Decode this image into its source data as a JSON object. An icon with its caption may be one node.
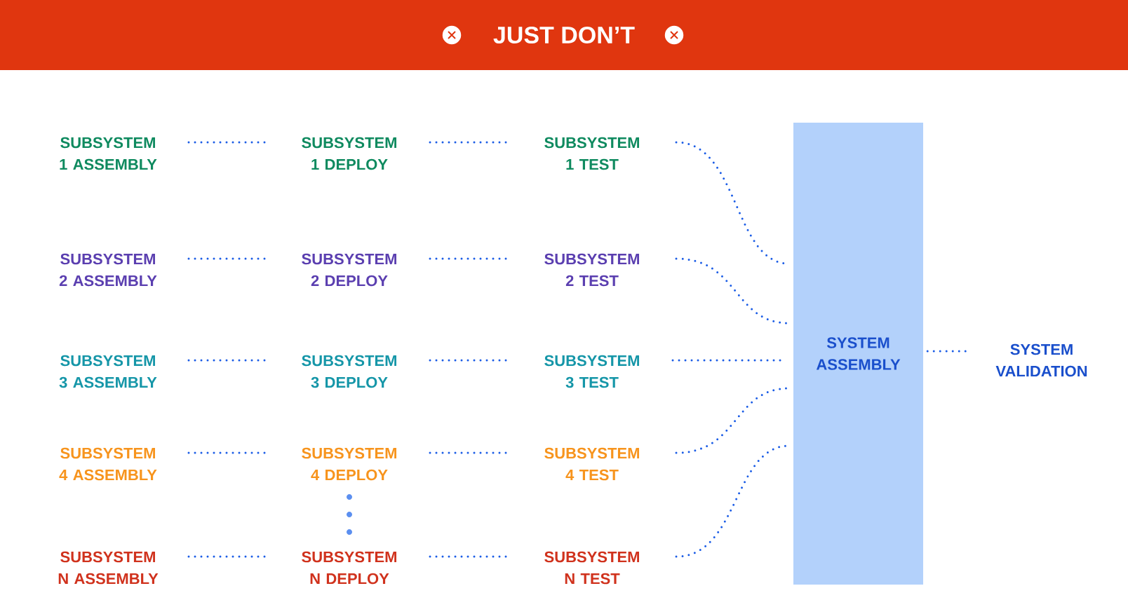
{
  "diagram": {
    "title": "JUST DON’T",
    "nodes": [
      {
        "text": [
          "SUBSYSTEM 1 ASSEMBLY"
        ]
      },
      {
        "text": [
          "SUBSYSTEM 1 DEPLOY"
        ]
      },
      {
        "text": [
          "SUBSYSTEM 1 TEST"
        ]
      },
      {
        "text": [
          "SUBSYSTEM 2 ASSEMBLY"
        ]
      },
      {
        "text": [
          "SUBSYSTEM 2 DEPLOY"
        ]
      },
      {
        "text": [
          "SUBSYSTEM 2 TEST"
        ]
      },
      {
        "text": [
          "SUBSYSTEM 3 ASSEMBLY"
        ]
      },
      {
        "text": [
          "SUBSYSTEM 3 DEPLOY"
        ]
      },
      {
        "text": [
          "SUBSYSTEM 3 TEST"
        ]
      },
      {
        "text": [
          "SUBSYSTEM 4 ASSEMBLY"
        ]
      },
      {
        "text": [
          "SUBSYSTEM 4 DEPLOY"
        ]
      },
      {
        "text": [
          "SUBSYSTEM 4 TEST"
        ]
      },
      {
        "text": [
          "SUBSYSTEM N ASSEMBLY"
        ]
      },
      {
        "text": [
          "SUBSYSTEM N DEPLOY"
        ]
      },
      {
        "text": [
          "SUBSYSTEM N TEST"
        ]
      },
      {
        "text": [
          "SYSTEM ASSEMBLY"
        ]
      },
      {
        "text": [
          "SYSTEM VALIDATION"
        ]
      }
    ],
    "edges": [
      {
        "from": 0,
        "to": 1,
        "arrow": "none"
      },
      {
        "from": 1,
        "to": 2,
        "arrow": "none"
      },
      {
        "from": 2,
        "to": 15,
        "arrow": "none"
      },
      {
        "from": 3,
        "to": 4,
        "arrow": "none"
      },
      {
        "from": 4,
        "to": 5,
        "arrow": "none"
      },
      {
        "from": 5,
        "to": 15,
        "arrow": "none"
      },
      {
        "from": 6,
        "to": 7,
        "arrow": "none"
      },
      {
        "from": 7,
        "to": 8,
        "arrow": "none"
      },
      {
        "from": 8,
        "to": 15,
        "arrow": "none"
      },
      {
        "from": 9,
        "to": 10,
        "arrow": "none"
      },
      {
        "from": 10,
        "to": 11,
        "arrow": "none"
      },
      {
        "from": 11,
        "to": 15,
        "arrow": "none"
      },
      {
        "from": 12,
        "to": 13,
        "arrow": "none"
      },
      {
        "from": 13,
        "to": 14,
        "arrow": "none"
      },
      {
        "from": 14,
        "to": 15,
        "arrow": "none"
      },
      {
        "from": 15,
        "to": 16,
        "arrow": "none"
      }
    ]
  }
}
